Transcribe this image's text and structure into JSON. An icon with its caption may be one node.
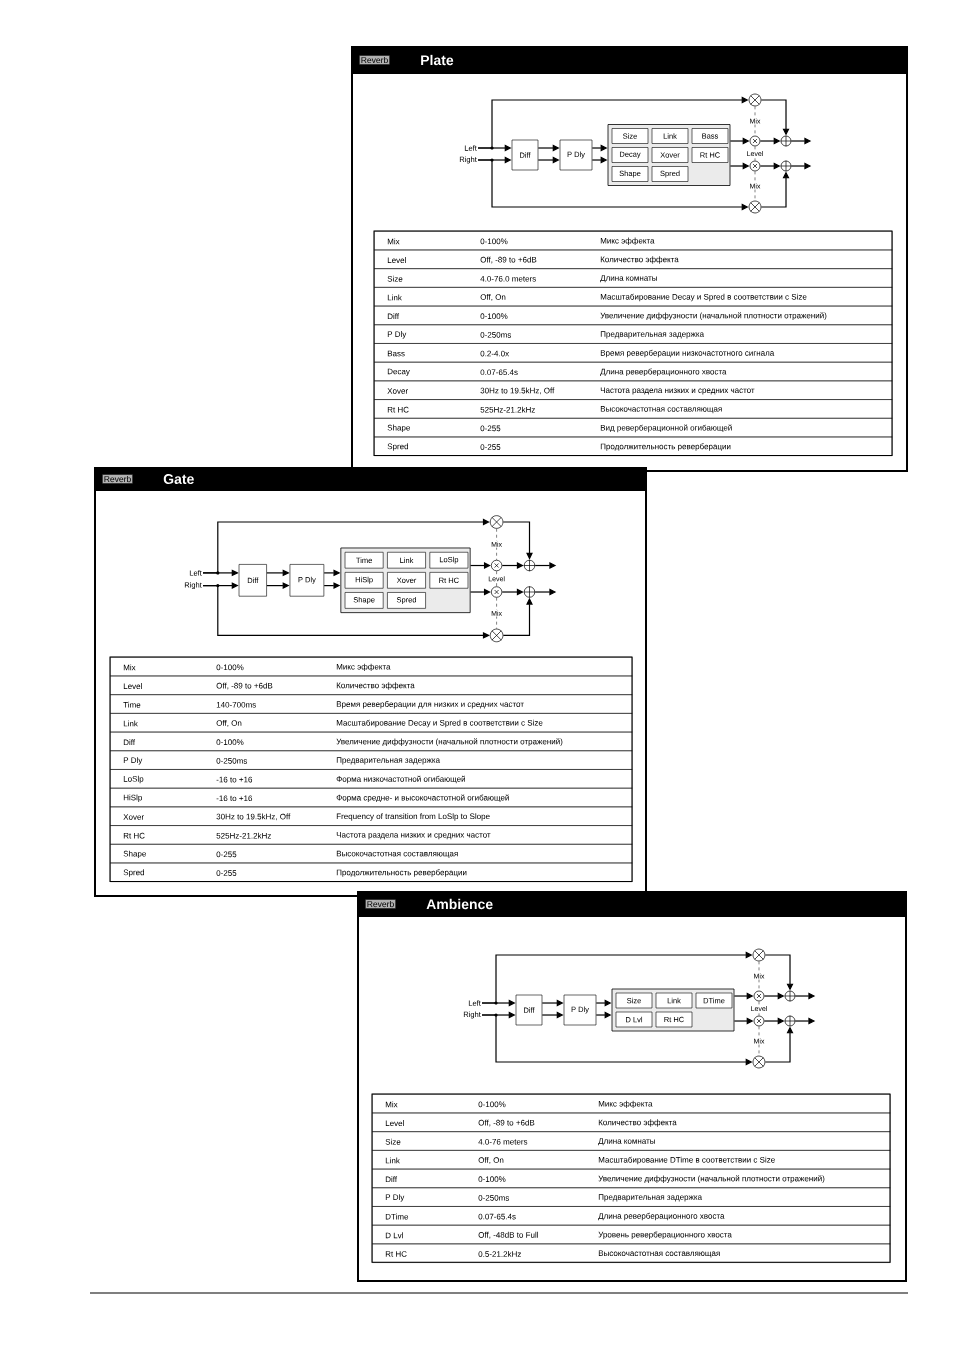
{
  "diagram": {
    "nodes": [
      {
        "text": [
          "Plate"
        ]
      },
      {
        "text": [
          "Reverb"
        ],
        "in": 0
      },
      {
        "text": [
          "Left"
        ],
        "in": 0
      },
      {
        "text": [
          "Right"
        ],
        "in": 0
      },
      {
        "text": [
          "Diff"
        ],
        "in": 0
      },
      {
        "text": [
          "P Dly"
        ],
        "in": 0
      },
      {
        "text": [],
        "shape": "box",
        "in": 0
      },
      {
        "text": [
          "Size"
        ],
        "in": 6
      },
      {
        "text": [
          "Link"
        ],
        "in": 6
      },
      {
        "text": [
          "Bass"
        ],
        "in": 6
      },
      {
        "text": [
          "Decay"
        ],
        "in": 6
      },
      {
        "text": [
          "Xover"
        ],
        "in": 6
      },
      {
        "text": [
          "Rt HC"
        ],
        "in": 6
      },
      {
        "text": [
          "Shape"
        ],
        "in": 6
      },
      {
        "text": [
          "Spred"
        ],
        "in": 6
      },
      {
        "text": [],
        "shape": "circle",
        "in": 0
      },
      {
        "text": [],
        "shape": "circle",
        "in": 0
      },
      {
        "text": [],
        "shape": "circle",
        "in": 0
      },
      {
        "text": [],
        "shape": "circle",
        "in": 0
      },
      {
        "text": [],
        "shape": "circle",
        "in": 0
      },
      {
        "text": [],
        "shape": "circle",
        "in": 0
      },
      {
        "text": [
          "Mix",
          "0-100%",
          "Микс эффекта"
        ],
        "in": 0
      },
      {
        "text": [
          "Level",
          "Off, -89 to +6dB",
          "Количество эффекта"
        ],
        "in": 0
      },
      {
        "text": [
          "Size",
          "4.0-76.0 meters",
          "Длина комнаты"
        ],
        "in": 0
      },
      {
        "text": [
          "Link",
          "Off, On",
          "Масштабирование Decay и Spred в соответствии с Size"
        ],
        "in": 0
      },
      {
        "text": [
          "Diff",
          "0-100%",
          "Увеличение диффузности (начальной плотности отражений)"
        ],
        "in": 0
      },
      {
        "text": [
          "P Dly",
          "0-250ms",
          "Предварительная задержка"
        ],
        "in": 0
      },
      {
        "text": [
          "Bass",
          "0.2-4.0x",
          "Время реверберации низкочастотного сигнала"
        ],
        "in": 0
      },
      {
        "text": [
          "Decay",
          "0.07-65.4s",
          "Длина реверберационного хвоста"
        ],
        "in": 0
      },
      {
        "text": [
          "Xover",
          "30Hz to 19.5kHz, Off",
          "Частота раздела низких и средних частот"
        ],
        "in": 0
      },
      {
        "text": [
          "Rt HC",
          "525Hz-21.2kHz",
          "Высокочастотная составляющая"
        ],
        "in": 0
      },
      {
        "text": [
          "Shape",
          "0-255",
          "Вид реверберационной огибающей"
        ],
        "in": 0
      },
      {
        "text": [
          "Spred",
          "0-255",
          "Продолжительность реверберации"
        ],
        "in": 0
      },
      {
        "text": [
          "Gate"
        ]
      },
      {
        "text": [
          "Reverb"
        ],
        "in": 33
      },
      {
        "text": [
          "Left"
        ],
        "in": 33
      },
      {
        "text": [
          "Right"
        ],
        "in": 33
      },
      {
        "text": [
          "Diff"
        ],
        "in": 33
      },
      {
        "text": [
          "P Dly"
        ],
        "in": 33
      },
      {
        "text": [],
        "shape": "box",
        "in": 33
      },
      {
        "text": [
          "Time"
        ],
        "in": 39
      },
      {
        "text": [
          "Link"
        ],
        "in": 39
      },
      {
        "text": [
          "LoSlp"
        ],
        "in": 39
      },
      {
        "text": [
          "HiSlp"
        ],
        "in": 39
      },
      {
        "text": [
          "Xover"
        ],
        "in": 39
      },
      {
        "text": [
          "Rt HC"
        ],
        "in": 39
      },
      {
        "text": [
          "Shape"
        ],
        "in": 39
      },
      {
        "text": [
          "Spred"
        ],
        "in": 39
      },
      {
        "text": [],
        "shape": "circle",
        "in": 33
      },
      {
        "text": [],
        "shape": "circle",
        "in": 33
      },
      {
        "text": [],
        "shape": "circle",
        "in": 33
      },
      {
        "text": [],
        "shape": "circle",
        "in": 33
      },
      {
        "text": [],
        "shape": "circle",
        "in": 33
      },
      {
        "text": [],
        "shape": "circle",
        "in": 33
      },
      {
        "text": [
          "Mix",
          "0-100%",
          "Микс эффекта"
        ],
        "in": 33
      },
      {
        "text": [
          "Level",
          "Off, -89 to +6dB",
          "Количество эффекта"
        ],
        "in": 33
      },
      {
        "text": [
          "Time",
          "140-700ms",
          "Время реверберации для низких и средних частот"
        ],
        "in": 33
      },
      {
        "text": [
          "Link",
          "Off, On",
          "Масштабирование Decay и Spred в соответствии с Size"
        ],
        "in": 33
      },
      {
        "text": [
          "Diff",
          "0-100%",
          "Увеличение диффузности (начальной плотности отражений)"
        ],
        "in": 33
      },
      {
        "text": [
          "P Dly",
          "0-250ms",
          "Предварительная задержка"
        ],
        "in": 33
      },
      {
        "text": [
          "LoSlp",
          "-16 to +16",
          "Форма низкочастотной огибающей"
        ],
        "in": 33
      },
      {
        "text": [
          "HiSlp",
          "-16 to +16",
          "Форма средне- и высокочастотной огибающей"
        ],
        "in": 33
      },
      {
        "text": [
          "Xover",
          "30Hz to 19.5kHz, Off",
          "Frequency of transition from LoSlp to Slope"
        ],
        "in": 33
      },
      {
        "text": [
          "Rt HC",
          "525Hz-21.2kHz",
          "Частота раздела низких и средних частот"
        ],
        "in": 33
      },
      {
        "text": [
          "Shape",
          "0-255",
          "Высокочастотная составляющая"
        ],
        "in": 33
      },
      {
        "text": [
          "Spred",
          "0-255",
          "Продолжительность реверберации"
        ],
        "in": 33
      },
      {
        "text": [
          "Ambience"
        ]
      },
      {
        "text": [
          "Reverb"
        ],
        "in": 66
      },
      {
        "text": [
          "Left"
        ],
        "in": 66
      },
      {
        "text": [
          "Right"
        ],
        "in": 66
      },
      {
        "text": [
          "Diff"
        ],
        "in": 66
      },
      {
        "text": [
          "P Dly"
        ],
        "in": 66
      },
      {
        "text": [],
        "shape": "box",
        "in": 66
      },
      {
        "text": [
          "Size"
        ],
        "in": 72
      },
      {
        "text": [
          "Link"
        ],
        "in": 72
      },
      {
        "text": [
          "DTime"
        ],
        "in": 72
      },
      {
        "text": [
          "D Lvl"
        ],
        "in": 72
      },
      {
        "text": [
          "Rt HC"
        ],
        "in": 72
      },
      {
        "text": [],
        "shape": "circle",
        "in": 66
      },
      {
        "text": [],
        "shape": "circle",
        "in": 66
      },
      {
        "text": [],
        "shape": "circle",
        "in": 66
      },
      {
        "text": [],
        "shape": "circle",
        "in": 66
      },
      {
        "text": [],
        "shape": "circle",
        "in": 66
      },
      {
        "text": [],
        "shape": "circle",
        "in": 66
      },
      {
        "text": [
          "Mix",
          "0-100%",
          "Микс эффекта"
        ],
        "in": 66
      },
      {
        "text": [
          "Level",
          "Off, -89 to +6dB",
          "Количество эффекта"
        ],
        "in": 66
      },
      {
        "text": [
          "Size",
          "4.0-76 meters",
          "Длина комнаты"
        ],
        "in": 66
      },
      {
        "text": [
          "Link",
          "Off, On",
          "Масштабирование DTime в соответствии с Size"
        ],
        "in": 66
      },
      {
        "text": [
          "Diff",
          "0-100%",
          "Увеличение диффузности (начальной плотности отражений)"
        ],
        "in": 66
      },
      {
        "text": [
          "P Dly",
          "0-250ms",
          "Предварительная задержка"
        ],
        "in": 66
      },
      {
        "text": [
          "DTime",
          "0.07-65.4s",
          "Длина реверберационного хвоста"
        ],
        "in": 66
      },
      {
        "text": [
          "D Lvl",
          "Off, -48dB to Full",
          "Уровень реверберационного хвоста"
        ],
        "in": 66
      },
      {
        "text": [
          "Rt HC",
          "0.5-21.2kHz",
          "Высокочастотная составляющая"
        ],
        "in": 66
      }
    ],
    "edges": [
      {
        "from": 2,
        "to": 4,
        "arrow": "to"
      },
      {
        "from": 3,
        "to": 4,
        "arrow": "to"
      },
      {
        "from": 2,
        "to": 15,
        "arrow": "to"
      },
      {
        "from": 3,
        "to": 20,
        "arrow": "to"
      },
      {
        "from": 4,
        "to": 5,
        "arrow": "to"
      },
      {
        "from": 4,
        "to": 5,
        "arrow": "to"
      },
      {
        "from": 5,
        "to": 6,
        "arrow": "to"
      },
      {
        "from": 5,
        "to": 6,
        "arrow": "to"
      },
      {
        "from": 6,
        "to": 16,
        "arrow": "to"
      },
      {
        "from": 6,
        "to": 18,
        "arrow": "to"
      },
      {
        "from": 16,
        "to": 17,
        "arrow": "to"
      },
      {
        "from": 18,
        "to": 19,
        "arrow": "to"
      },
      {
        "from": 15,
        "to": 17,
        "arrow": "to"
      },
      {
        "from": 20,
        "to": 19,
        "arrow": "to"
      },
      {
        "from": 17,
        "to": null,
        "arrow": "to"
      },
      {
        "from": 19,
        "to": null,
        "arrow": "to"
      },
      {
        "from": 15,
        "to": 16,
        "arrow": "none",
        "label": "Mix",
        "style": "dashed"
      },
      {
        "from": 16,
        "to": 18,
        "arrow": "none",
        "label": "Level",
        "style": "dashed"
      },
      {
        "from": 18,
        "to": 20,
        "arrow": "none",
        "label": "Mix",
        "style": "dashed"
      },
      {
        "from": 35,
        "to": 37,
        "arrow": "to"
      },
      {
        "from": 36,
        "to": 37,
        "arrow": "to"
      },
      {
        "from": 35,
        "to": 48,
        "arrow": "to"
      },
      {
        "from": 36,
        "to": 53,
        "arrow": "to"
      },
      {
        "from": 37,
        "to": 38,
        "arrow": "to"
      },
      {
        "from": 37,
        "to": 38,
        "arrow": "to"
      },
      {
        "from": 38,
        "to": 39,
        "arrow": "to"
      },
      {
        "from": 38,
        "to": 39,
        "arrow": "to"
      },
      {
        "from": 39,
        "to": 49,
        "arrow": "to"
      },
      {
        "from": 39,
        "to": 51,
        "arrow": "to"
      },
      {
        "from": 49,
        "to": 50,
        "arrow": "to"
      },
      {
        "from": 51,
        "to": 52,
        "arrow": "to"
      },
      {
        "from": 48,
        "to": 50,
        "arrow": "to"
      },
      {
        "from": 53,
        "to": 52,
        "arrow": "to"
      },
      {
        "from": 50,
        "to": null,
        "arrow": "to"
      },
      {
        "from": 52,
        "to": null,
        "arrow": "to"
      },
      {
        "from": 48,
        "to": 49,
        "arrow": "none",
        "label": "Mix",
        "style": "dashed"
      },
      {
        "from": 49,
        "to": 51,
        "arrow": "none",
        "label": "Level",
        "style": "dashed"
      },
      {
        "from": 51,
        "to": 53,
        "arrow": "none",
        "label": "Mix",
        "style": "dashed"
      },
      {
        "from": 68,
        "to": 70,
        "arrow": "to"
      },
      {
        "from": 69,
        "to": 70,
        "arrow": "to"
      },
      {
        "from": 68,
        "to": 78,
        "arrow": "to"
      },
      {
        "from": 69,
        "to": 83,
        "arrow": "to"
      },
      {
        "from": 70,
        "to": 71,
        "arrow": "to"
      },
      {
        "from": 70,
        "to": 71,
        "arrow": "to"
      },
      {
        "from": 71,
        "to": 72,
        "arrow": "to"
      },
      {
        "from": 71,
        "to": 72,
        "arrow": "to"
      },
      {
        "from": 72,
        "to": 79,
        "arrow": "to"
      },
      {
        "from": 72,
        "to": 81,
        "arrow": "to"
      },
      {
        "from": 79,
        "to": 80,
        "arrow": "to"
      },
      {
        "from": 81,
        "to": 82,
        "arrow": "to"
      },
      {
        "from": 78,
        "to": 80,
        "arrow": "to"
      },
      {
        "from": 83,
        "to": 82,
        "arrow": "to"
      },
      {
        "from": 80,
        "to": null,
        "arrow": "to"
      },
      {
        "from": 82,
        "to": null,
        "arrow": "to"
      },
      {
        "from": 78,
        "to": 79,
        "arrow": "none",
        "label": "Mix",
        "style": "dashed"
      },
      {
        "from": 79,
        "to": 81,
        "arrow": "none",
        "label": "Level",
        "style": "dashed"
      },
      {
        "from": 81,
        "to": 83,
        "arrow": "none",
        "label": "Mix",
        "style": "dashed"
      }
    ]
  }
}
